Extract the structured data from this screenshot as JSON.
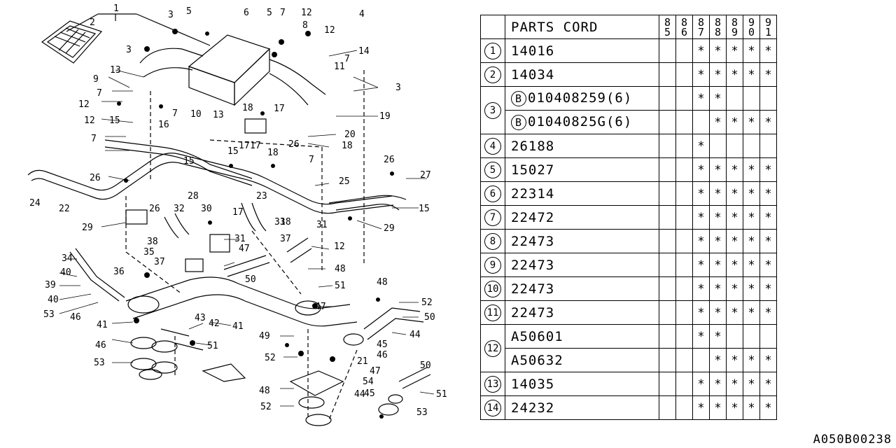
{
  "table": {
    "header": "PARTS CORD",
    "years": [
      [
        "8",
        "5"
      ],
      [
        "8",
        "6"
      ],
      [
        "8",
        "7"
      ],
      [
        "8",
        "8"
      ],
      [
        "8",
        "9"
      ],
      [
        "9",
        "0"
      ],
      [
        "9",
        "1"
      ]
    ],
    "rows": [
      {
        "num": "1",
        "code": "14016",
        "prefix": "",
        "marks": [
          "",
          "",
          "*",
          "*",
          "*",
          "*",
          "*"
        ]
      },
      {
        "num": "2",
        "code": "14034",
        "prefix": "",
        "marks": [
          "",
          "",
          "*",
          "*",
          "*",
          "*",
          "*"
        ]
      },
      {
        "num": "3",
        "code": "010408259(6)",
        "prefix": "B",
        "marks": [
          "",
          "",
          "*",
          "*",
          "",
          "",
          ""
        ]
      },
      {
        "num": "",
        "code": "01040825G(6)",
        "prefix": "B",
        "marks": [
          "",
          "",
          "",
          "*",
          "*",
          "*",
          "*"
        ]
      },
      {
        "num": "4",
        "code": "26188",
        "prefix": "",
        "marks": [
          "",
          "",
          "*",
          "",
          "",
          "",
          ""
        ]
      },
      {
        "num": "5",
        "code": "15027",
        "prefix": "",
        "marks": [
          "",
          "",
          "*",
          "*",
          "*",
          "*",
          "*"
        ]
      },
      {
        "num": "6",
        "code": "22314",
        "prefix": "",
        "marks": [
          "",
          "",
          "*",
          "*",
          "*",
          "*",
          "*"
        ]
      },
      {
        "num": "7",
        "code": "22472",
        "prefix": "",
        "marks": [
          "",
          "",
          "*",
          "*",
          "*",
          "*",
          "*"
        ]
      },
      {
        "num": "8",
        "code": "22473",
        "prefix": "",
        "marks": [
          "",
          "",
          "*",
          "*",
          "*",
          "*",
          "*"
        ]
      },
      {
        "num": "9",
        "code": "22473",
        "prefix": "",
        "marks": [
          "",
          "",
          "*",
          "*",
          "*",
          "*",
          "*"
        ]
      },
      {
        "num": "10",
        "code": "22473",
        "prefix": "",
        "marks": [
          "",
          "",
          "*",
          "*",
          "*",
          "*",
          "*"
        ]
      },
      {
        "num": "11",
        "code": "22473",
        "prefix": "",
        "marks": [
          "",
          "",
          "*",
          "*",
          "*",
          "*",
          "*"
        ]
      },
      {
        "num": "12",
        "code": "A50601",
        "prefix": "",
        "marks": [
          "",
          "",
          "*",
          "*",
          "",
          "",
          ""
        ]
      },
      {
        "num": "",
        "code": "A50632",
        "prefix": "",
        "marks": [
          "",
          "",
          "",
          "*",
          "*",
          "*",
          "*"
        ]
      },
      {
        "num": "13",
        "code": "14035",
        "prefix": "",
        "marks": [
          "",
          "",
          "*",
          "*",
          "*",
          "*",
          "*"
        ]
      },
      {
        "num": "14",
        "code": "24232",
        "prefix": "",
        "marks": [
          "",
          "",
          "*",
          "*",
          "*",
          "*",
          "*"
        ]
      }
    ]
  },
  "reference_code": "A050B00238",
  "callouts": [
    "1",
    "2",
    "3",
    "3",
    "5",
    "6",
    "5",
    "7",
    "12",
    "4",
    "8",
    "12",
    "14",
    "7",
    "11",
    "3",
    "9",
    "13",
    "7",
    "12",
    "10",
    "7",
    "13",
    "19",
    "12",
    "16",
    "15",
    "17",
    "18",
    "20",
    "7",
    "17",
    "18",
    "26",
    "15",
    "15",
    "18",
    "17",
    "7",
    "26",
    "27",
    "26",
    "22",
    "24",
    "25",
    "23",
    "15",
    "31",
    "29",
    "28",
    "32",
    "29",
    "26",
    "30",
    "17",
    "18",
    "33",
    "31",
    "38",
    "37",
    "12",
    "35",
    "47",
    "34",
    "37",
    "48",
    "40",
    "36",
    "50",
    "39",
    "48",
    "51",
    "40",
    "47",
    "52",
    "53",
    "46",
    "41",
    "43",
    "42",
    "41",
    "49",
    "50",
    "44",
    "46",
    "51",
    "52",
    "45",
    "46",
    "53",
    "21",
    "47",
    "54",
    "44",
    "50",
    "48",
    "45",
    "51",
    "52",
    "53"
  ]
}
